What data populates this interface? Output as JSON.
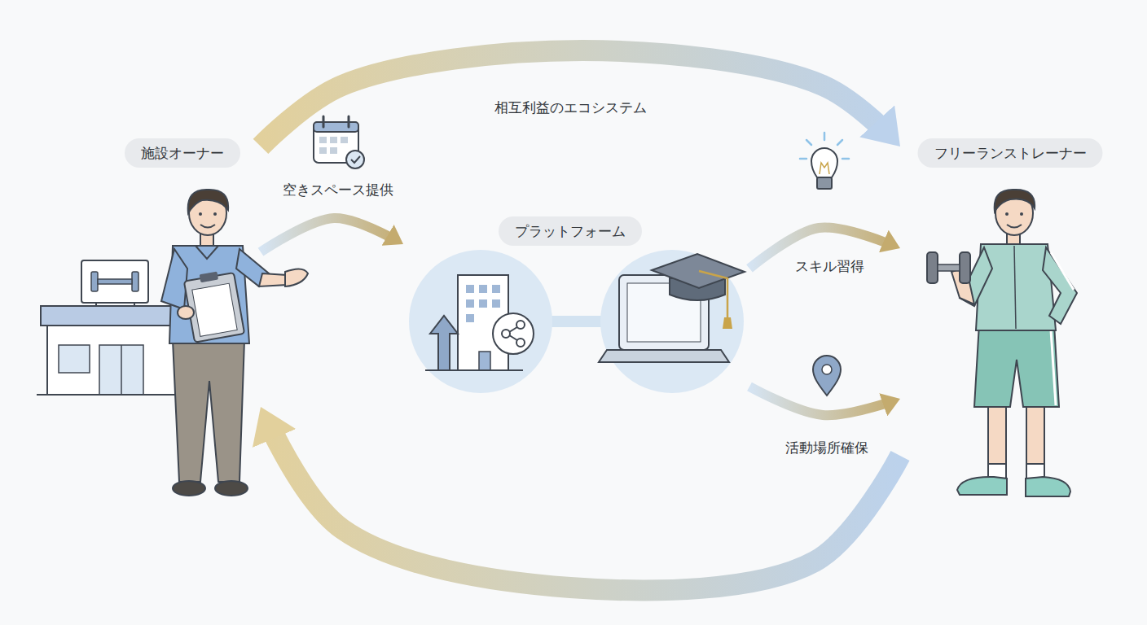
{
  "diagram": {
    "nodes": [
      {
        "text": [
          "施設オーナー"
        ]
      },
      {
        "text": [
          "プラットフォーム"
        ]
      },
      {
        "text": [
          "フリーランストレーナー"
        ]
      }
    ],
    "edges": [
      {
        "from": 0,
        "to": 1,
        "arrow": "to",
        "label": "空きスペース提供"
      },
      {
        "from": 0,
        "to": 2,
        "arrow": "to",
        "label": "相互利益のエコシステム"
      },
      {
        "from": 1,
        "to": 2,
        "arrow": "to",
        "label": "スキル習得"
      },
      {
        "from": 1,
        "to": 2,
        "arrow": "to",
        "label": "活動場所確保"
      },
      {
        "from": 2,
        "to": 0,
        "arrow": "to"
      }
    ]
  }
}
